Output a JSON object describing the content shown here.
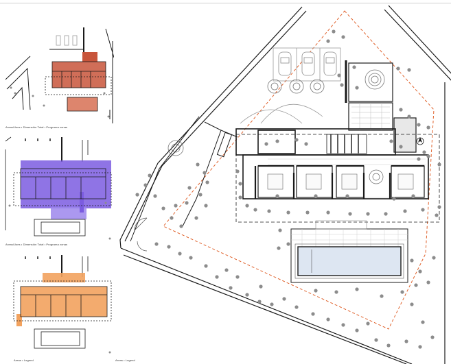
{
  "sheet": {
    "title": "Architectural site plan sheet",
    "colors": {
      "line": "#1a1a1a",
      "hatch_gray": "#9a9a9a",
      "site_boundary": "#e0622c",
      "zone_red": "#c8553b",
      "zone_purple": "#7b5ce0",
      "zone_orange": "#f2a25e",
      "pool_water": "#dde6f2",
      "tree": "#8c8c8c"
    }
  },
  "thumbnails": [
    {
      "name": "thumb-plan-red",
      "caption": "Areas/Uses • Dimensión Total • Programa zonas",
      "accent": "#c8553b"
    },
    {
      "name": "thumb-plan-purple",
      "caption": "Areas/Uses • Dimensión Total • Programa zonas",
      "accent": "#7b5ce0"
    },
    {
      "name": "thumb-plan-orange",
      "caption": "",
      "accent": "#f2a25e"
    }
  ],
  "footer": {
    "left_caption": "Areas • Legend",
    "right_caption": "Areas • Legend"
  },
  "main_plan": {
    "icons": [
      "car-icon",
      "tree-icon",
      "pool-icon",
      "stair-icon",
      "door-swing-icon",
      "north-arrow-icon"
    ]
  }
}
